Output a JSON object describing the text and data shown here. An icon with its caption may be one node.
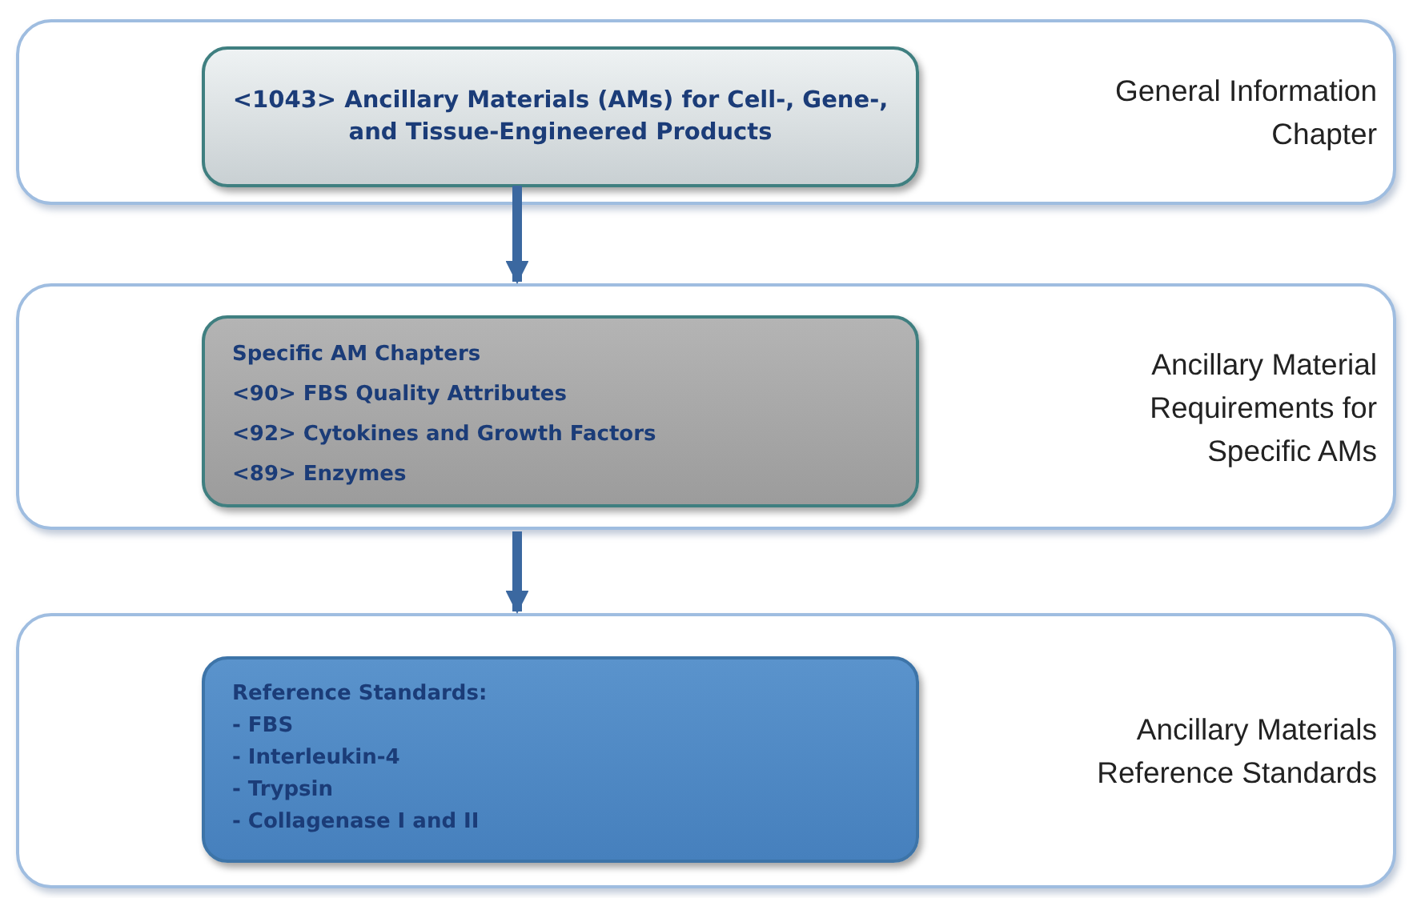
{
  "diagram": {
    "nodes": [
      {
        "text": [
          "General Information Chapter"
        ]
      },
      {
        "text": [
          "<1043> Ancillary Materials (AMs) for Cell-, Gene-, and Tissue-Engineered Products"
        ],
        "in": 0
      },
      {
        "text": [
          "Ancillary Material Requirements for Specific AMs"
        ]
      },
      {
        "text": [
          "Specific AM Chapters",
          "<90> FBS Quality Attributes",
          "<92> Cytokines and Growth Factors",
          "<89> Enzymes"
        ],
        "in": 2
      },
      {
        "text": [
          "Ancillary Materials Reference Standards"
        ]
      },
      {
        "text": [
          "Reference Standards:",
          "- FBS",
          "- Interleukin-4",
          "- Trypsin",
          "- Collagenase I and II"
        ],
        "in": 4
      }
    ],
    "edges": [
      {
        "from": 1,
        "to": 2,
        "arrow": "to"
      },
      {
        "from": 2,
        "to": 4,
        "arrow": "to"
      }
    ]
  }
}
